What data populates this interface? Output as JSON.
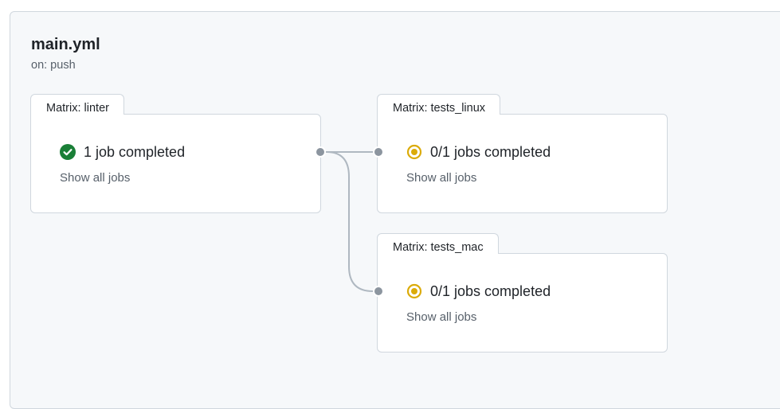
{
  "workflow": {
    "title": "main.yml",
    "trigger": "on: push"
  },
  "groups": {
    "linter": {
      "tab_label": "Matrix: linter",
      "status_text": "1 job completed",
      "status": "success",
      "show_all_label": "Show all jobs"
    },
    "tests_linux": {
      "tab_label": "Matrix: tests_linux",
      "status_text": "0/1 jobs completed",
      "status": "in-progress",
      "show_all_label": "Show all jobs"
    },
    "tests_mac": {
      "tab_label": "Matrix: tests_mac",
      "status_text": "0/1 jobs completed",
      "status": "in-progress",
      "show_all_label": "Show all jobs"
    }
  },
  "colors": {
    "success": "#1a7f37",
    "in_progress": "#dbab09",
    "connector": "#afb8c1",
    "node": "#8c959f"
  }
}
